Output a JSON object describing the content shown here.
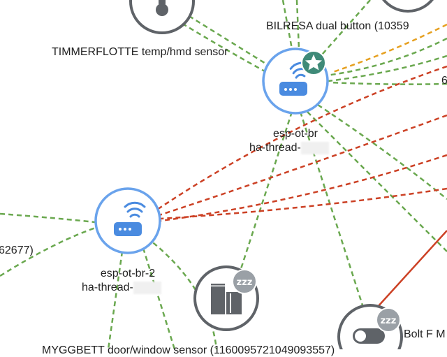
{
  "colors": {
    "link_good": "#6aa84f",
    "link_bad": "#cc4125",
    "link_warn": "#e6a020",
    "router_ring": "#6aa3ec",
    "router_icon": "#4a8be0",
    "device_ring": "#5f6368",
    "device_icon": "#5f6368",
    "star_badge": "#3f8a78",
    "sleep_badge": "#9aa0a6"
  },
  "nodes": {
    "router_main": {
      "name": "esp-ot-br",
      "sub": "ha-thread-",
      "type": "router",
      "icon": "router-icon",
      "badge": "star-icon"
    },
    "router_2": {
      "name": "esp-ot-br-2",
      "sub": "ha-thread-",
      "type": "router",
      "icon": "router-icon"
    },
    "device_top": {
      "type": "end-device",
      "icon": "thermometer-icon"
    },
    "device_blinds": {
      "type": "sleepy-end-device",
      "icon": "blinds-icon",
      "badge": "sleep-icon"
    },
    "device_switch": {
      "type": "sleepy-end-device",
      "icon": "toggle-switch-icon",
      "badge": "sleep-icon"
    }
  },
  "labels": {
    "timmerflotte": "TIMMERFLOTTE temp/hmd sensor",
    "bilresa": "BILRESA dual button (10359",
    "left_partial": "62677)",
    "bolt": "Bolt F M",
    "myggbett": "MYGGBETT door/window sensor (1160095721049093557)",
    "right_edge": "6"
  }
}
